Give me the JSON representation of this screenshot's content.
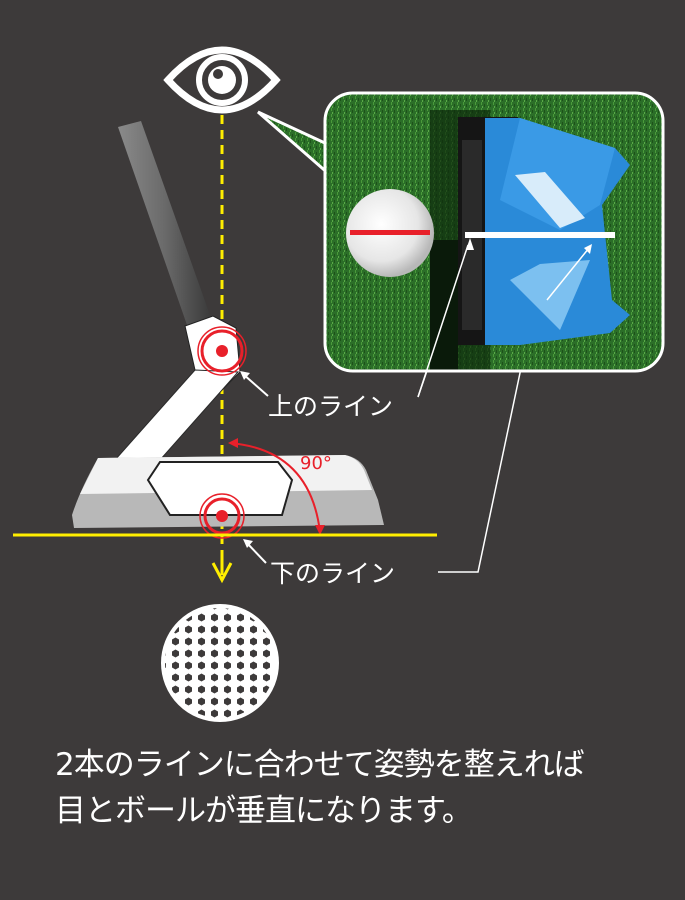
{
  "colors": {
    "background": "#3d3a3a",
    "guide_line": "#ffee00",
    "target_red": "#e8202a",
    "putter_blue": "#2a8ad8",
    "grass_green": "#2f7a2c",
    "text": "#ffffff"
  },
  "icons": {
    "eye": "eye-icon",
    "golf_ball_top": "golf-ball-icon",
    "arrow_down": "arrow-down-icon"
  },
  "labels": {
    "upper_line": "上のライン",
    "lower_line": "下のライン",
    "angle": "90°"
  },
  "caption": {
    "line1": "2本のラインに合わせて姿勢を整えれば",
    "line2": "目とボールが垂直になります。"
  },
  "inset": {
    "description": "Top-down view of blue mallet putter behind golf ball on green with red alignment line on ball and white alignment line on putter"
  }
}
